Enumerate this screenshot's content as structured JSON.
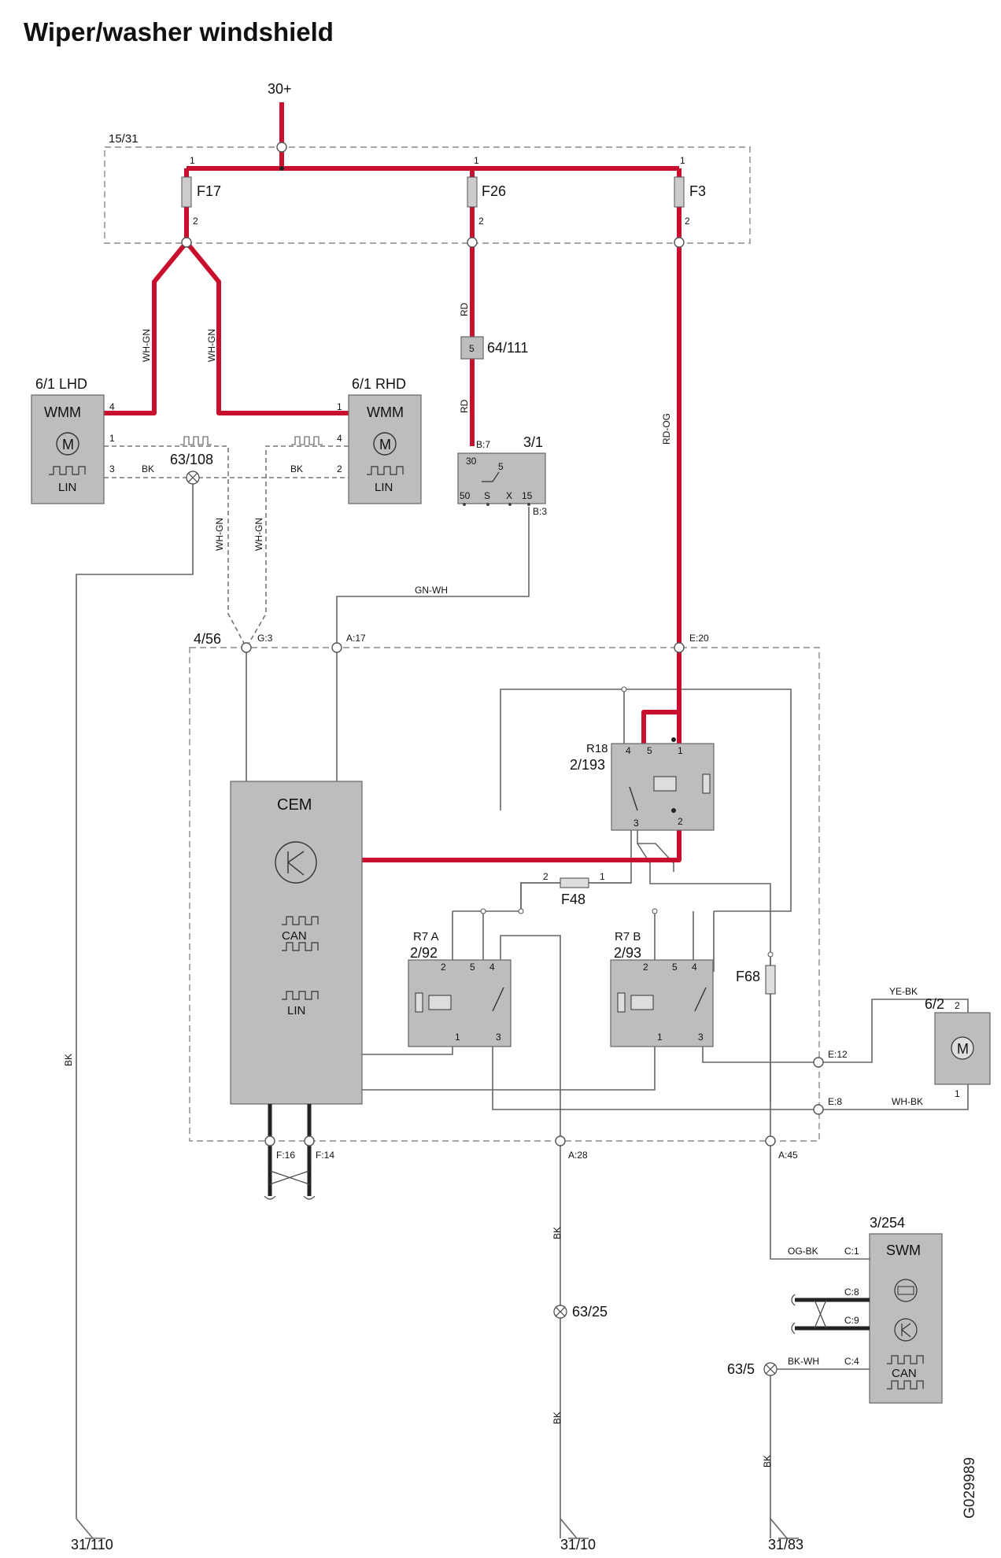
{
  "title": "Wiper/washer windshield",
  "doc_id": "G029989",
  "supply": "30+",
  "fuse_box": "15/31",
  "fuses": {
    "f17": "F17",
    "f26": "F26",
    "f3": "F3",
    "f48": "F48",
    "f68": "F68"
  },
  "pins": {
    "p1": "1",
    "p2": "2",
    "p3": "3",
    "p4": "4",
    "p5": "5",
    "p15": "15",
    "p30": "30",
    "p50": "50",
    "s": "S",
    "x": "X"
  },
  "wires": {
    "rd": "RD",
    "rd_og": "RD-OG",
    "wh_gn": "WH-GN",
    "bk": "BK",
    "gn_wh": "GN-WH",
    "ye_bk": "YE-BK",
    "wh_bk": "WH-BK",
    "og_bk": "OG-BK",
    "bk_wh": "BK-WH"
  },
  "components": {
    "wmm_lhd": {
      "ref": "6/1 LHD",
      "label": "WMM",
      "bus": "LIN"
    },
    "wmm_rhd": {
      "ref": "6/1 RHD",
      "label": "WMM",
      "bus": "LIN"
    },
    "splice_108": "63/108",
    "conn_64_111": {
      "ref": "64/111",
      "pin": "5"
    },
    "ign_switch": {
      "ref": "3/1",
      "pin_b7": "B:7",
      "pin_b3": "B:3"
    },
    "cem": {
      "label": "CEM",
      "can": "CAN",
      "lin": "LIN"
    },
    "module_4_56": "4/56",
    "relay_r18": {
      "ref": "R18",
      "num": "2/193"
    },
    "relay_r7a": {
      "ref": "R7 A",
      "num": "2/92"
    },
    "relay_r7b": {
      "ref": "R7 B",
      "num": "2/93"
    },
    "washer_pump": "6/2",
    "swm": {
      "ref": "3/254",
      "label": "SWM",
      "can": "CAN"
    },
    "splice_25": "63/25",
    "splice_5": "63/5"
  },
  "connectors": {
    "g3": "G:3",
    "a17": "A:17",
    "e20": "E:20",
    "e12": "E:12",
    "e8": "E:8",
    "f16": "F:16",
    "f14": "F:14",
    "a28": "A:28",
    "a45": "A:45",
    "c1": "C:1",
    "c8": "C:8",
    "c9": "C:9",
    "c4": "C:4"
  },
  "grounds": {
    "g110": "31/110",
    "g10": "31/10",
    "g83": "31/83"
  }
}
